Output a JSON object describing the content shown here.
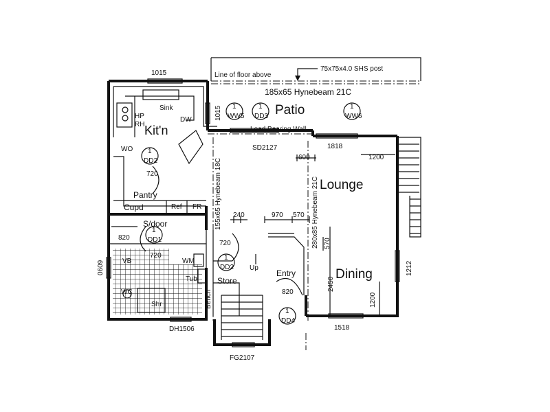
{
  "rooms": {
    "patio": "Patio",
    "kitchen": "Kit'n",
    "lounge": "Lounge",
    "dining": "Dining",
    "pantry": "Pantry",
    "cupd": "Cupd",
    "store": "Store",
    "entry": "Entry",
    "bench": "Bench",
    "shr": "Shr",
    "tub": "Tub",
    "sdoor": "S/door",
    "up": "Up"
  },
  "fixtures": {
    "sink": "Sink",
    "hp": "HP",
    "rh": "RH",
    "dw": "DW",
    "wo": "WO",
    "ref": "Ref",
    "fr": "FR",
    "vb": "VB",
    "wm": "WM",
    "wc": "WC"
  },
  "annotations": {
    "line_of_floor_above": "Line of floor above",
    "shs_post": "75x75x4.0 SHS post",
    "hynebeam_top": "185x65 Hynebeam 21C",
    "load_bearing_wall": "Load Bearing Wall",
    "hynebeam_left": "155x65 Hynebeam 18C",
    "hynebeam_right": "280x85 Hynebeam 21C"
  },
  "openings": {
    "top_window": "1015",
    "patio_window": "1015",
    "sliding_door": "SD2127",
    "lounge_window": "1818",
    "dining_window_right": "1212",
    "dining_window_bottom": "1518",
    "bath_window": "DH1506",
    "bath_side_window": "0609",
    "stair_window": "FG2107"
  },
  "dimensions": {
    "d720_kitchen": "720",
    "d820_sdoor": "820",
    "d240": "240",
    "d970": "970",
    "d570_a": "570",
    "d600": "600",
    "d1200_a": "1200",
    "d720_store": "720",
    "d720_bath": "720",
    "d570_b": "570",
    "d2450": "2450",
    "d1200_b": "1200",
    "d820_entry": "820"
  },
  "tags": {
    "ww5": {
      "num": "1",
      "code": "WW5"
    },
    "dd3": {
      "num": "1",
      "code": "DD3"
    },
    "ww6": {
      "num": "1",
      "code": "WW6"
    },
    "dd2_kitchen": {
      "num": "1",
      "code": "DD2"
    },
    "dd1": {
      "num": "1",
      "code": "DD1"
    },
    "dd2_store": {
      "num": "1",
      "code": "DD2"
    },
    "dd4": {
      "num": "1",
      "code": "DD4"
    }
  },
  "colors": {
    "ink": "#111111",
    "paper": "#ffffff"
  }
}
